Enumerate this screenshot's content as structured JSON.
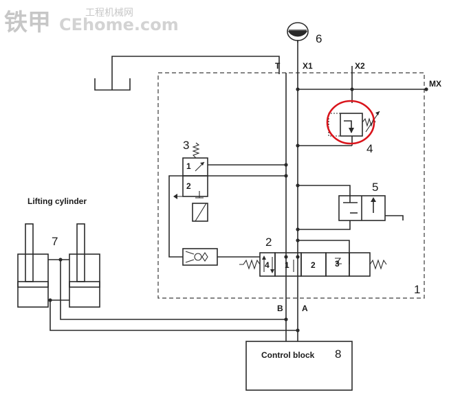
{
  "watermark": {
    "brand": "铁甲",
    "site_cn": "工程机械网",
    "site_en": "CEhome.com"
  },
  "ports": {
    "t": "T",
    "x1": "X1",
    "x2": "X2",
    "mx": "MX",
    "b": "B",
    "a": "A"
  },
  "components": {
    "c1": "1",
    "c2": "2",
    "c3": "3",
    "c4": "4",
    "c5": "5",
    "c6": "6",
    "c7": "7",
    "c8": "8"
  },
  "valve2_positions": [
    "4",
    "1",
    "2",
    "3"
  ],
  "valve3_positions": [
    "1",
    "2"
  ],
  "labels": {
    "lifting_cylinder": "Lifting cylinder",
    "control_block": "Control block"
  },
  "highlight_color": "#d9141b"
}
